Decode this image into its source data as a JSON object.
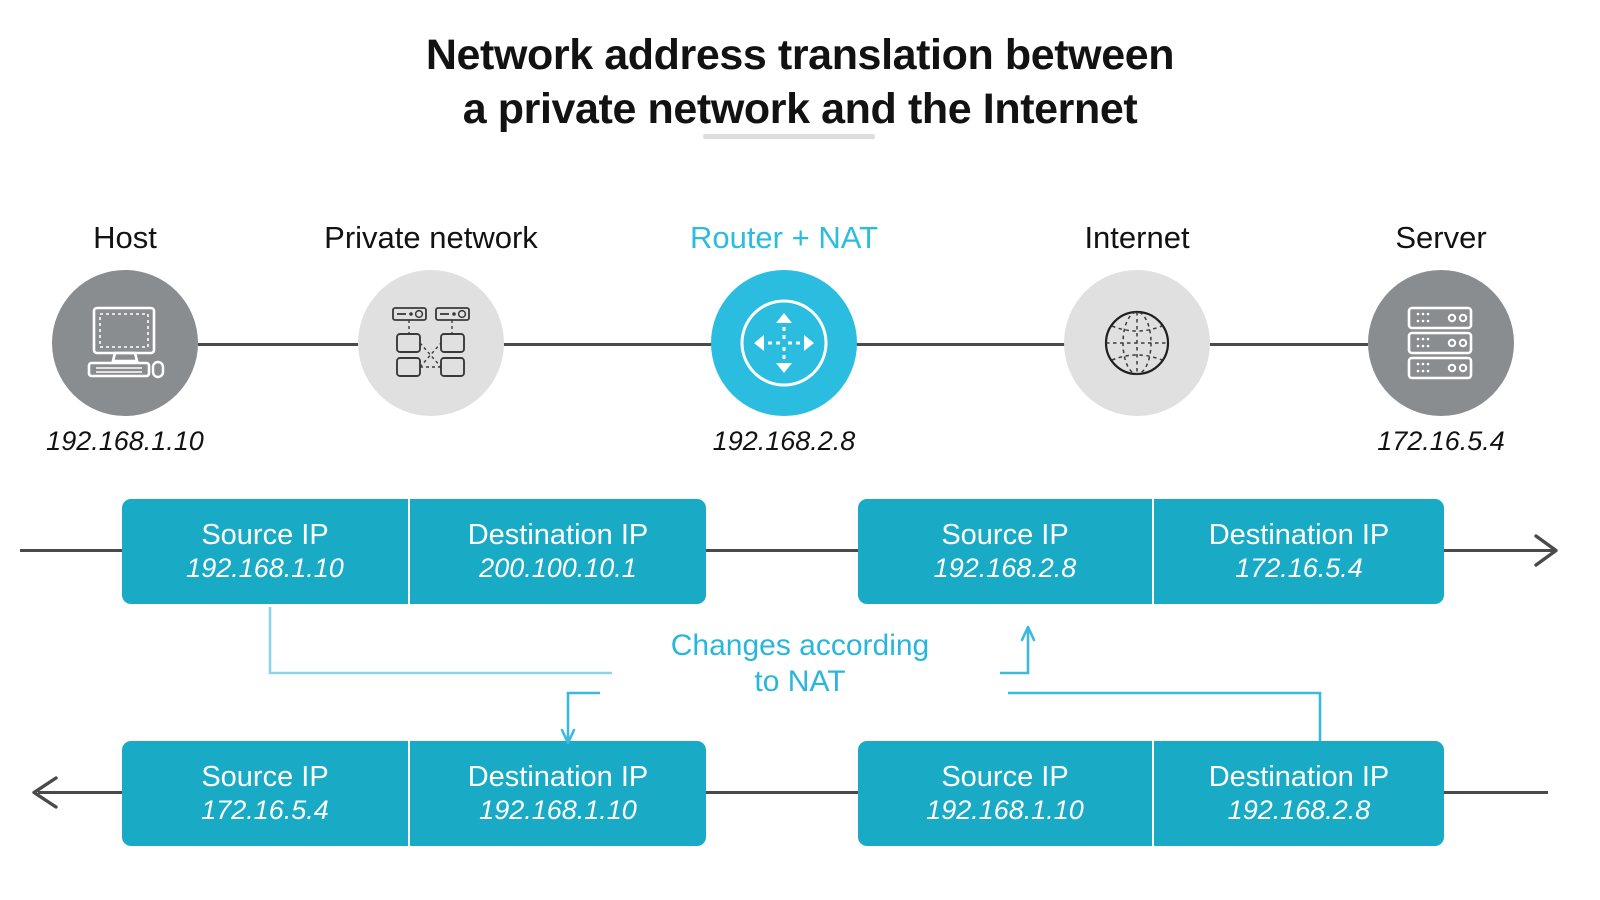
{
  "title": {
    "line1": "Network address translation between",
    "line2": "a private network and the Internet"
  },
  "colors": {
    "accent_cyan": "#2bbde0",
    "packet_teal": "#19abc5",
    "note_cyan": "#29b6dd",
    "node_gray": "#8a8d90",
    "node_light_gray": "#e0e0e0",
    "line_gray": "#4a4a4a",
    "divider_gray": "#dedede"
  },
  "topology": {
    "nodes": [
      {
        "label": "Host",
        "ip": "192.168.1.10",
        "icon": "desktop-computer-icon",
        "circle": "gray",
        "highlight": false
      },
      {
        "label": "Private network",
        "ip": "",
        "icon": "network-topology-icon",
        "circle": "light",
        "highlight": false
      },
      {
        "label": "Router + NAT",
        "ip": "192.168.2.8",
        "icon": "router-arrows-icon",
        "circle": "cyan",
        "highlight": true
      },
      {
        "label": "Internet",
        "ip": "",
        "icon": "globe-icon",
        "circle": "light",
        "highlight": false
      },
      {
        "label": "Server",
        "ip": "172.16.5.4",
        "icon": "server-rack-icon",
        "circle": "gray",
        "highlight": false
      }
    ]
  },
  "packets": {
    "field_labels": {
      "source": "Source IP",
      "destination": "Destination IP"
    },
    "outbound": {
      "direction": "right",
      "before_nat": {
        "source": "192.168.1.10",
        "destination": "200.100.10.1"
      },
      "after_nat": {
        "source": "192.168.2.8",
        "destination": "172.16.5.4"
      }
    },
    "inbound": {
      "direction": "left",
      "before_nat": {
        "source": "192.168.1.10",
        "destination": "192.168.2.8"
      },
      "after_nat": {
        "source": "172.16.5.4",
        "destination": "192.168.1.10"
      }
    }
  },
  "annotation": {
    "line1": "Changes according",
    "line2": "to NAT"
  }
}
